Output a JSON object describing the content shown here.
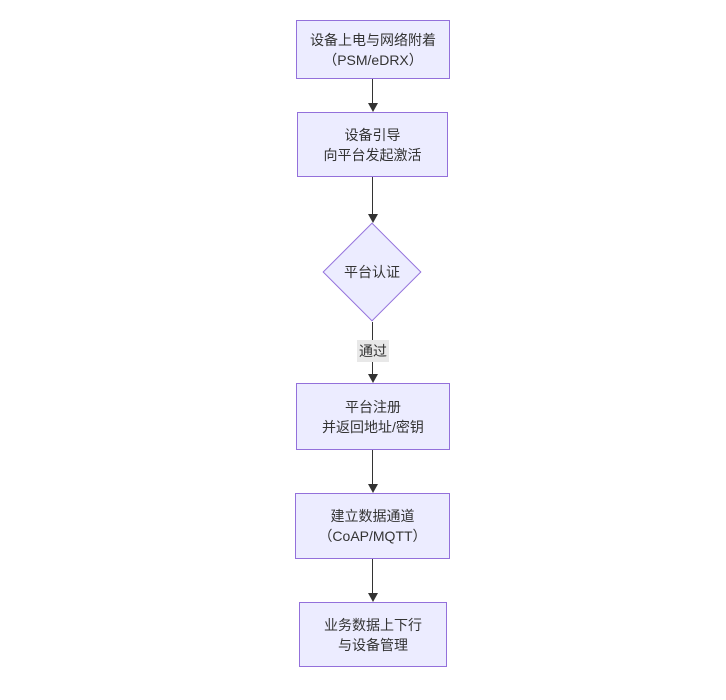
{
  "colors": {
    "background": "#ffffff",
    "node_fill": "#ececff",
    "node_border": "#9370db",
    "text": "#333333",
    "edge": "#333333",
    "edge_label_bg": "#e8e8e8"
  },
  "nodes": {
    "power": {
      "line1": "设备上电与网络附着",
      "line2": "（PSM/eDRX）"
    },
    "bootstrap": {
      "line1": "设备引导",
      "line2": "向平台发起激活"
    },
    "auth": {
      "label": "平台认证"
    },
    "register": {
      "line1": "平台注册",
      "line2": "并返回地址/密钥"
    },
    "channel": {
      "line1": "建立数据通道",
      "line2": "（CoAP/MQTT）"
    },
    "business": {
      "line1": "业务数据上下行",
      "line2": "与设备管理"
    }
  },
  "edges": {
    "auth_to_register_label": "通过"
  }
}
